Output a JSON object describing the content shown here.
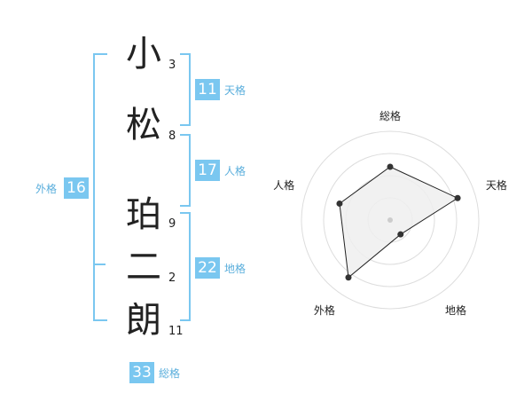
{
  "name": {
    "chars": [
      {
        "char": "小",
        "strokes": "3"
      },
      {
        "char": "松",
        "strokes": "8"
      },
      {
        "char": "珀",
        "strokes": "9"
      },
      {
        "char": "二",
        "strokes": "2"
      },
      {
        "char": "朗",
        "strokes": "11"
      }
    ]
  },
  "kaku": {
    "tenkaku": {
      "label": "天格",
      "value": "11"
    },
    "jinkaku": {
      "label": "人格",
      "value": "17"
    },
    "chikaku": {
      "label": "地格",
      "value": "22"
    },
    "gaikaku": {
      "label": "外格",
      "value": "16"
    },
    "soukaku": {
      "label": "総格",
      "value": "33"
    }
  },
  "colors": {
    "accent": "#7ac7f0",
    "text": "#222222",
    "label": "#5aaedc"
  },
  "chart_data": {
    "type": "radar",
    "axes": [
      "総格",
      "天格",
      "地格",
      "外格",
      "人格"
    ],
    "values": [
      3,
      4,
      1,
      4,
      3
    ],
    "max": 5,
    "rings": 4
  }
}
